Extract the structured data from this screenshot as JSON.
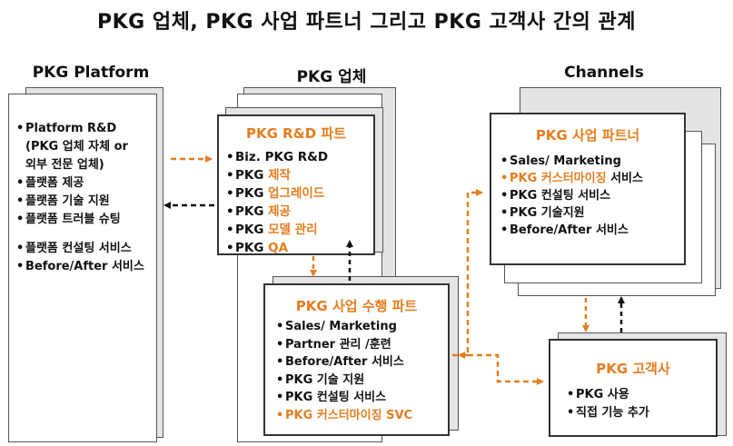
{
  "title": "PKG 업체,  PKG 사업 파트너 그리고 PKG 고객사 간의 관계",
  "columns": {
    "platform": "PKG Platform",
    "vendor": "PKG 업체",
    "channels": "Channels"
  },
  "platform_box": {
    "items": [
      {
        "text": "Platform R&D",
        "bullet": "•"
      },
      {
        "text": "(PKG 업체 자체 or",
        "bullet": ""
      },
      {
        "text": "외부 전문 업체)",
        "bullet": ""
      },
      {
        "text": "플랫폼 제공",
        "bullet": "•"
      },
      {
        "text": "플랫폼 기술 지원",
        "bullet": "•"
      },
      {
        "text": "플랫폼 트러블 슈팅",
        "bullet": "•"
      },
      {
        "text": "플랫폼 컨설팅 서비스",
        "bullet": "•"
      },
      {
        "text": "Before/After 서비스",
        "bullet": "•"
      }
    ]
  },
  "rd_box": {
    "title": "PKG R&D 파트",
    "items": [
      {
        "prefix": "Biz. PKG R&D",
        "highlight": ""
      },
      {
        "prefix": "PKG ",
        "highlight": "제작"
      },
      {
        "prefix": "PKG ",
        "highlight": "업그레이드"
      },
      {
        "prefix": "PKG ",
        "highlight": "제공"
      },
      {
        "prefix": "PKG ",
        "highlight": "모델 관리"
      },
      {
        "prefix": "PKG ",
        "highlight": "QA"
      }
    ]
  },
  "exec_box": {
    "title": "PKG 사업 수행 파트",
    "items": [
      {
        "text": "Sales/ Marketing",
        "orange": false
      },
      {
        "text": "Partner 관리 /훈련",
        "orange": false
      },
      {
        "text": "Before/After  서비스",
        "orange": false
      },
      {
        "text": "PKG 기술 지원",
        "orange": false
      },
      {
        "text": "PKG 컨설팅 서비스",
        "orange": false
      },
      {
        "text": "PKG 커스터마이징 SVC",
        "orange": true
      }
    ]
  },
  "partner_box": {
    "title": "PKG 사업 파트너",
    "items": [
      {
        "prefix": "Sales/ Marketing",
        "highlight": "",
        "suffix": ""
      },
      {
        "prefix": "",
        "highlight": "PKG 커스터마이징",
        "suffix": " 서비스"
      },
      {
        "prefix": "PKG 컨설팅 서비스",
        "highlight": "",
        "suffix": ""
      },
      {
        "prefix": "PKG 기술지원",
        "highlight": "",
        "suffix": ""
      },
      {
        "prefix": "Before/After  서비스",
        "highlight": "",
        "suffix": ""
      }
    ]
  },
  "customer_box": {
    "title": "PKG 고객사",
    "items": [
      {
        "text": "PKG 사용"
      },
      {
        "text": "직접 기능 추가"
      }
    ]
  },
  "colors": {
    "accent": "#e57d1f",
    "shadow": "#e4e4e4",
    "black_arrow": "#111111"
  }
}
